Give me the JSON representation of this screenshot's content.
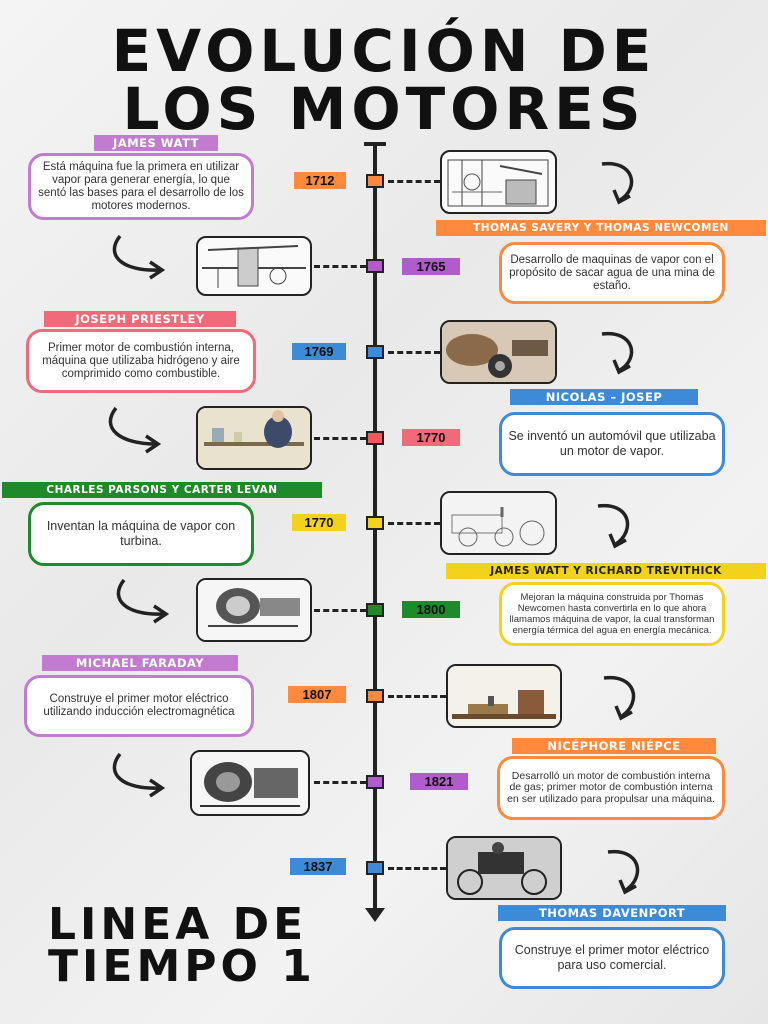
{
  "title": {
    "line1": "EVOLUCIÓN DE",
    "line2": "LOS MOTORES"
  },
  "footer": {
    "line1": "LINEA DE",
    "line2": "TIEMPO 1"
  },
  "events": [
    {
      "year": "1712",
      "label": "JAMES WATT",
      "text": "Está máquina fue la primera en utilizar vapor para generar energía, lo que sentó las bases para el desarrollo de los motores modernos.",
      "color": "#ff8a3d",
      "label_color": "#c17ccf",
      "box_color": "#c17ccf",
      "image": "steam-engine-image"
    },
    {
      "year": "1765",
      "label": "THOMAS SAVERY Y THOMAS NEWCOMEN",
      "text": "Desarrollo de maquinas de vapor con el propósito de sacar agua de una mina de estaño.",
      "color": "#b05ccc",
      "label_color": "#ff8a3d",
      "box_color": "#ff8a3d",
      "image": "pumping-engine-image"
    },
    {
      "year": "1769",
      "label": "JOSEPH PRIESTLEY",
      "text": "Primer motor de combustión interna, máquina que utilizaba hidrógeno y aire comprimido como combustible.",
      "color": "#3d8bd6",
      "label_color": "#f06a7a",
      "box_color": "#f06a7a",
      "image": "steam-car-image"
    },
    {
      "year": "1770",
      "label": "NICOLAS – JOSEP",
      "text": "Se inventó un automóvil que utilizaba un motor de vapor.",
      "color": "#f05a5a",
      "label_color": "#3d8bd6",
      "box_color": "#3d8bd6",
      "image": "laboratory-image"
    },
    {
      "year": "1770",
      "label": "CHARLES PARSONS Y CARTER LEVAN",
      "text": "Inventan la máquina de vapor con turbina.",
      "color": "#f2d21b",
      "label_color": "#1f8a2a",
      "box_color": "#1f8a2a",
      "image": "locomotive-sketch-image"
    },
    {
      "year": "1800",
      "label": "JAMES WATT Y RICHARD TREVITHICK",
      "text": "Mejoran la máquina construida por Thomas Newcomen hasta convertirla en lo que ahora llamamos máquina de vapor, la cual transforman energía térmica del agua en energía mecánica.",
      "color": "#1f8a2a",
      "label_color": "#f2d21b",
      "box_color": "#f2d21b",
      "image": "turbine-image"
    },
    {
      "year": "1807",
      "label": "MICHAEL FARADAY",
      "text": "Construye el primer motor eléctrico  utilizando inducción electromagnética",
      "color": "#ff8a3d",
      "label_color": "#c17ccf",
      "box_color": "#c17ccf",
      "image": "niepce-engine-image"
    },
    {
      "year": "1821",
      "label": "NICÉPHORE NIÉPCE",
      "text": "Desarrolló un motor de combustión interna de gas; primer motor de combustión interna en ser utilizado para propulsar una máquina.",
      "color": "#b05ccc",
      "label_color": "#ff8a3d",
      "box_color": "#ff8a3d",
      "image": "electric-motor-image"
    },
    {
      "year": "1837",
      "label": "THOMAS DAVENPORT",
      "text": "Construye el primer motor eléctrico para uso comercial.",
      "color": "#3d8bd6",
      "label_color": "#3d8bd6",
      "box_color": "#3d8bd6",
      "image": "carriage-image"
    }
  ]
}
